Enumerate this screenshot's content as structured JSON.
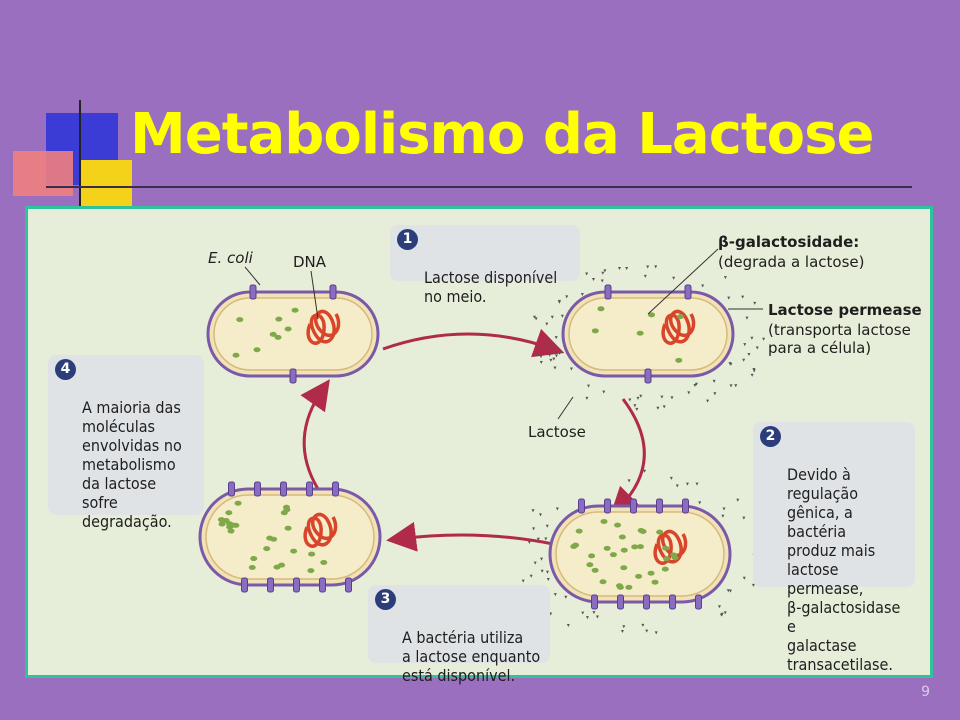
{
  "slide": {
    "title": "Metabolismo da Lactose",
    "page_number": "9"
  },
  "colors": {
    "background": "#9b6fbf",
    "title": "#ffff00",
    "figure_border": "#2ec39a"
  },
  "labels": {
    "ecoli": "E. coli",
    "dna": "DNA",
    "galactosidase_name": "β-galactosidade:",
    "galactosidase_desc": "(degrada a lactose)",
    "permease_name": "Lactose permease",
    "permease_desc": "(transporta lactose\npara a célula)",
    "lactose": "Lactose"
  },
  "steps": [
    {
      "number": "1",
      "text": "Lactose disponível\nno meio."
    },
    {
      "number": "2",
      "text": "Devido à regulação\ngênica, a bactéria\nproduz mais\nlactose permease,\nβ-galactosidase e\ngalactase\ntransacetilase."
    },
    {
      "number": "3",
      "text": "A bactéria utiliza\na lactose enquanto\nestá disponível."
    },
    {
      "number": "4",
      "text": "A maioria das\nmoléculas\nenvolvidas no\nmetabolismo\nda lactose sofre\ndegradação."
    }
  ]
}
